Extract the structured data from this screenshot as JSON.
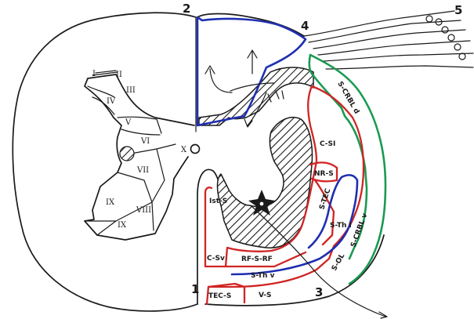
{
  "colors": {
    "ink": "#1a1a1a",
    "blue": "#1f2fb0",
    "red": "#d02424",
    "green": "#1a9a52"
  },
  "numbers": {
    "n1": "1",
    "n2": "2",
    "n3": "3",
    "n4": "4",
    "n5": "5"
  },
  "laminae": {
    "I": "I",
    "II": "II",
    "III": "III",
    "IV": "IV",
    "V": "V",
    "VI": "VI",
    "VII": "VII",
    "VIII": "VIII",
    "IX_upper": "IX",
    "IX_lower": "IX",
    "X": "X"
  },
  "tracts": {
    "s_crbl_d": "S-CRBL d",
    "c_si": "C-SI",
    "nr_s": "NR-S",
    "s_tec": "S-TEC",
    "s_th_l": "S-Th l",
    "s_crbl_v": "S-CRBL v",
    "s_ol": "S-OL",
    "ist_s": "Ist-S",
    "c_sv": "C-Sv",
    "rf_s_rf": "RF-S-RF",
    "s_th_v": "S-Th v",
    "tec_s": "TEC-S",
    "v_s": "V-S"
  },
  "icons": [
    "star-icon",
    "root-ganglion-icon",
    "arrow-icon",
    "central-canal-icon"
  ]
}
